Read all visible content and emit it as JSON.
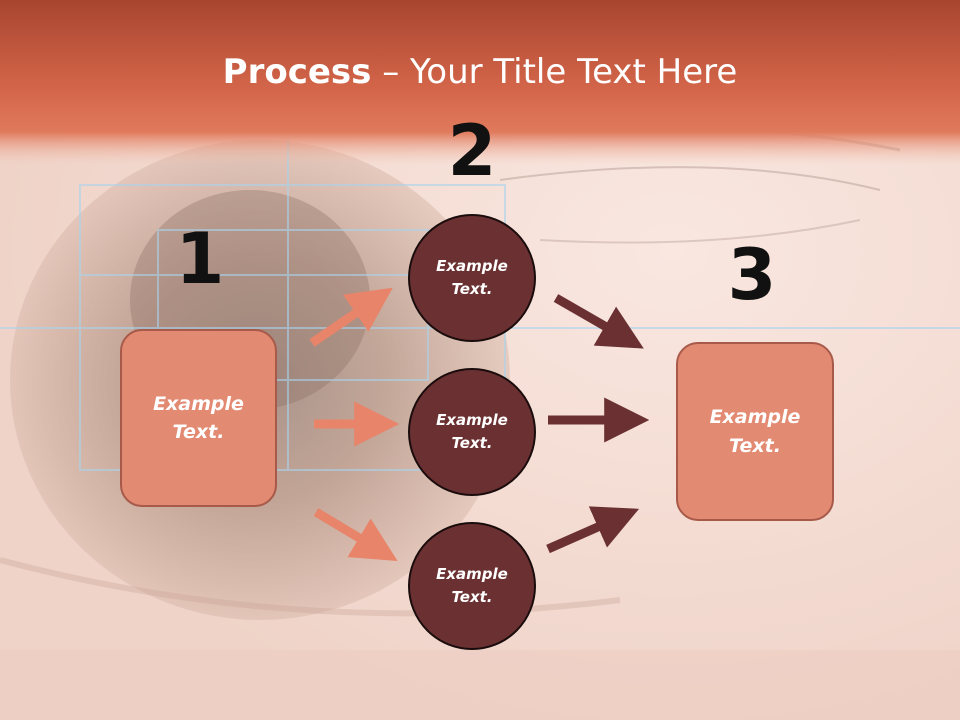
{
  "title": {
    "bold": "Process",
    "dash": " – ",
    "rest": "Your Title Text Here"
  },
  "steps": {
    "one": "1",
    "two": "2",
    "three": "3"
  },
  "nodes": {
    "left_box": "Example\nText.",
    "circle_top": "Example\nText.",
    "circle_middle": "Example\nText.",
    "circle_bottom": "Example\nText.",
    "right_box": "Example\nText."
  },
  "colors": {
    "header": "#d4664a",
    "box_fill": "#e38a72",
    "circle_fill": "#6b3132",
    "arrow_light": "#e8846a",
    "arrow_dark": "#6b3132"
  }
}
